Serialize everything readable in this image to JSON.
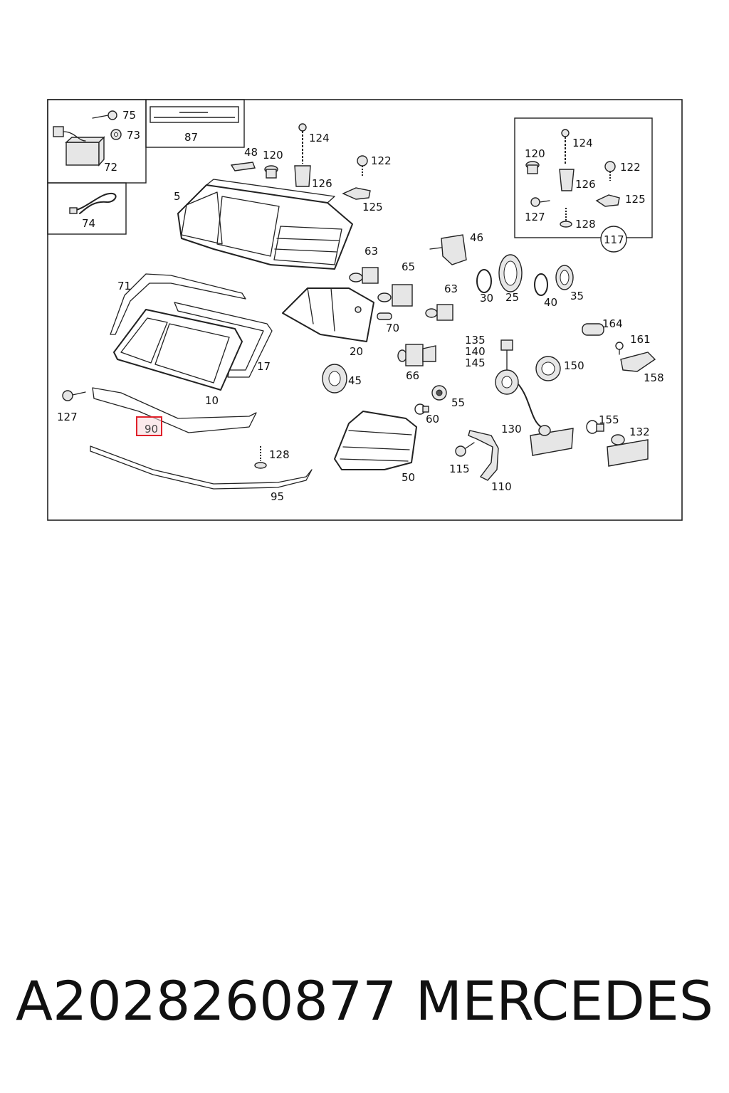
{
  "labels": {
    "l75": "75",
    "l73": "73",
    "l72": "72",
    "l87": "87",
    "l74": "74",
    "l48": "48",
    "l120a": "120",
    "l124a": "124",
    "l126a": "126",
    "l122a": "122",
    "l125a": "125",
    "l5": "5",
    "l124b": "124",
    "l120b": "120",
    "l126b": "126",
    "l122b": "122",
    "l127b": "127",
    "l125b": "125",
    "l128b": "128",
    "l117": "117",
    "l46": "46",
    "l63a": "63",
    "l65": "65",
    "l30": "30",
    "l25": "25",
    "l40": "40",
    "l35": "35",
    "l71": "71",
    "l63b": "63",
    "l70": "70",
    "l20": "20",
    "l17": "17",
    "l10": "10",
    "l164": "164",
    "l161": "161",
    "l158": "158",
    "l135": "135",
    "l140": "140",
    "l145": "145",
    "l150": "150",
    "l66": "66",
    "l45": "45",
    "l127a": "127",
    "l90": "90",
    "l55": "55",
    "l60": "60",
    "l155": "155",
    "l132": "132",
    "l130": "130",
    "l128a": "128",
    "l115": "115",
    "l110": "110",
    "l50": "50",
    "l95": "95"
  },
  "highlight": {
    "part": "90",
    "color": "#e0202a"
  },
  "footer": {
    "part_number": "A2028260877",
    "brand": "MERCEDES"
  }
}
